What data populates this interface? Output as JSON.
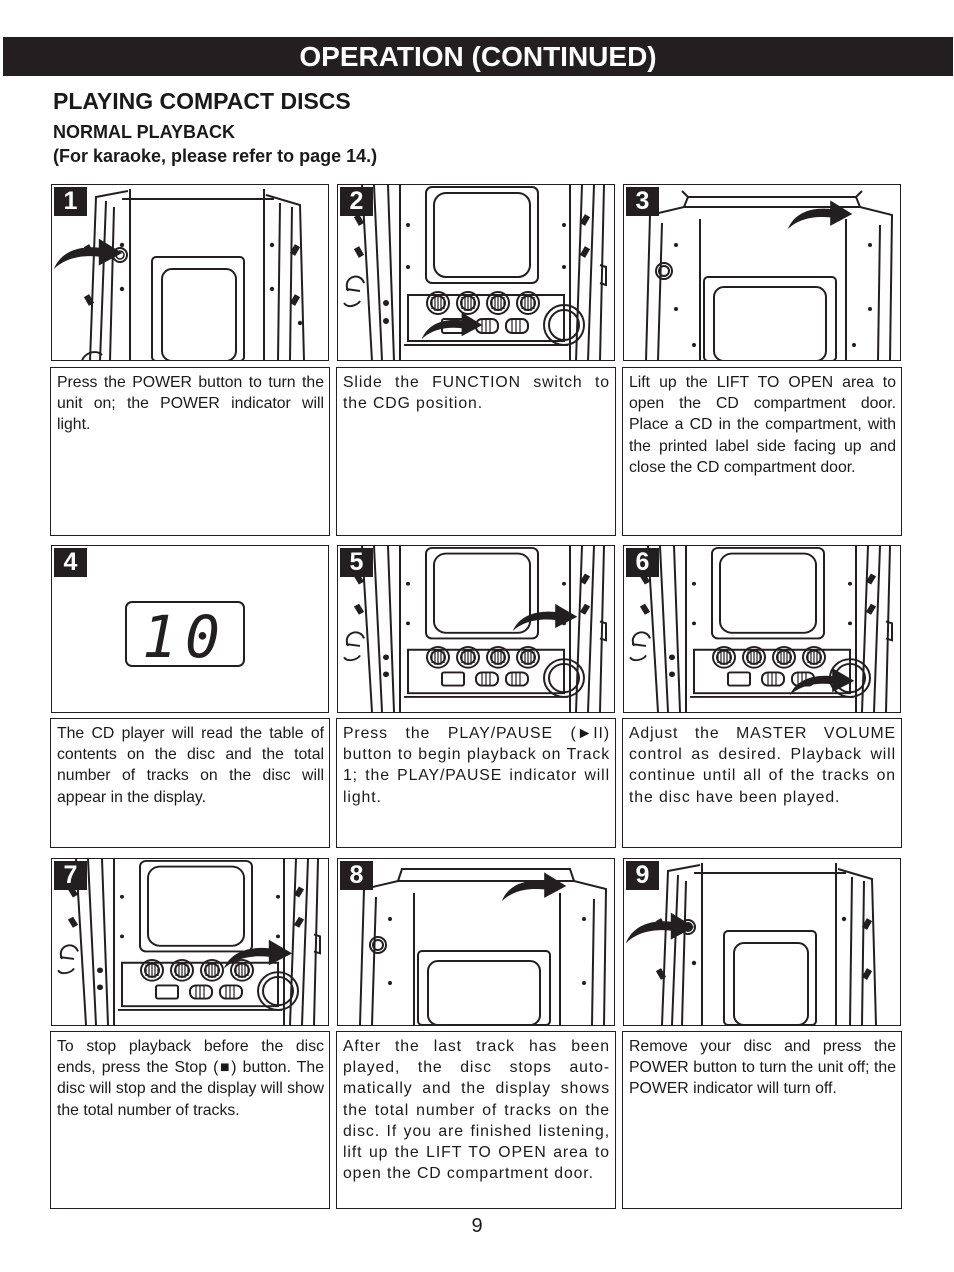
{
  "header": {
    "banner": "OPERATION (CONTINUED)",
    "section_title": "PLAYING COMPACT DISCS",
    "sub_title": "NORMAL PLAYBACK",
    "note": "(For karaoke, please refer to page 14.)"
  },
  "steps": [
    {
      "number": "1",
      "text": "Press the POWER button to turn the unit on; the POWER indicator will light.",
      "illustration": "power-button-illustration"
    },
    {
      "number": "2",
      "text": "Slide the FUNCTION switch to the CDG position.",
      "illustration": "function-switch-illustration"
    },
    {
      "number": "3",
      "text": "Lift up the LIFT TO OPEN area to open the CD compartment door. Place a CD in the compartment, with the printed label side facing up and close the CD compartment door.",
      "illustration": "lift-to-open-illustration"
    },
    {
      "number": "4",
      "text": "The CD player will read the table of contents on the disc and the total number of tracks on the disc will appear in the display.",
      "illustration": "track-display-illustration",
      "display_value": "10"
    },
    {
      "number": "5",
      "text": "Press the PLAY/PAUSE (►II) button to begin playback on Track 1; the PLAY/PAUSE indicator will light.",
      "illustration": "play-pause-illustration"
    },
    {
      "number": "6",
      "text": "Adjust the MASTER VOLUME control as desired. Playback will continue until all of the tracks on the disc have been played.",
      "illustration": "master-volume-illustration"
    },
    {
      "number": "7",
      "text": "To stop playback before the disc ends, press the Stop (■) button. The disc will stop and the display will show the total number of tracks.",
      "illustration": "stop-button-illustration"
    },
    {
      "number": "8",
      "text": "After the last track has been played, the disc stops auto-matically and the display shows the total number of tracks on the disc. If you are finished listening, lift up the LIFT TO OPEN area to open the CD compartment door.",
      "illustration": "open-door-illustration"
    },
    {
      "number": "9",
      "text": "Remove your disc and press the POWER button to turn the unit off; the POWER indicator will turn off.",
      "illustration": "power-off-illustration"
    }
  ],
  "footer": {
    "page_number": "9"
  },
  "colors": {
    "ink": "#231f20",
    "background": "#ffffff"
  }
}
